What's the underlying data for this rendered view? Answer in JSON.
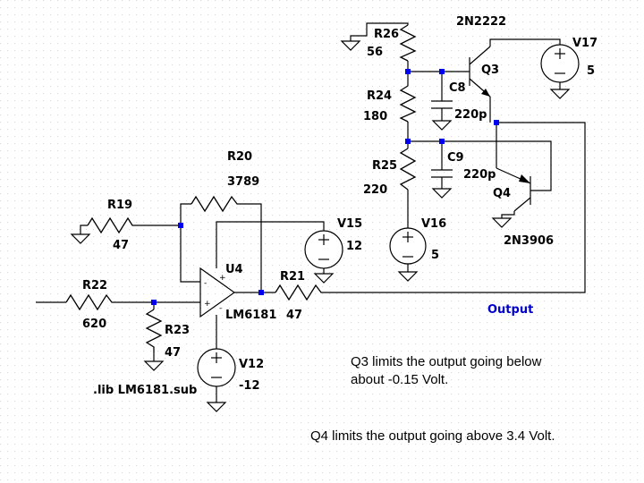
{
  "components": {
    "R19": {
      "ref": "R19",
      "value": "47"
    },
    "R20": {
      "ref": "R20",
      "value": "3789"
    },
    "R21": {
      "ref": "R21",
      "value": "47"
    },
    "R22": {
      "ref": "R22",
      "value": "620"
    },
    "R23": {
      "ref": "R23",
      "value": "47"
    },
    "R24": {
      "ref": "R24",
      "value": "180"
    },
    "R25": {
      "ref": "R25",
      "value": "220"
    },
    "R26": {
      "ref": "R26",
      "value": "56"
    },
    "C8": {
      "ref": "C8",
      "value": "220p"
    },
    "C9": {
      "ref": "C9",
      "value": "220p"
    },
    "Q3": {
      "ref": "Q3",
      "model": "2N2222"
    },
    "Q4": {
      "ref": "Q4",
      "model": "2N3906"
    },
    "U4": {
      "ref": "U4",
      "model": "LM6181"
    },
    "V12": {
      "ref": "V12",
      "value": "-12"
    },
    "V15": {
      "ref": "V15",
      "value": "12"
    },
    "V16": {
      "ref": "V16",
      "value": "5"
    },
    "V17": {
      "ref": "V17",
      "value": "5"
    }
  },
  "opamp_pins": {
    "plus": "+",
    "minus": "-"
  },
  "net_labels": {
    "output": "Output"
  },
  "directives": {
    "lib": ".lib LM6181.sub"
  },
  "notes": [
    "Q3 limits the output going below",
    "about -0.15 Volt.",
    "Q4 limits the output going above 3.4 Volt."
  ],
  "colors": {
    "wire": "#000000",
    "junction": "#0000ee",
    "net_label": "#0000cc",
    "background_dots": "#d4d4d4"
  }
}
